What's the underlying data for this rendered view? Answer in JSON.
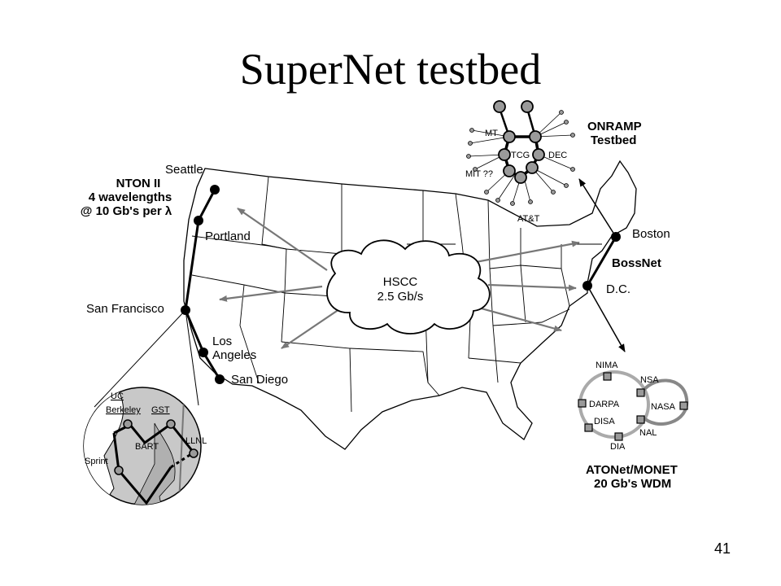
{
  "slide": {
    "title": "SuperNet testbed",
    "page_number": "41"
  },
  "cities": {
    "seattle": "Seattle",
    "portland": "Portland",
    "san_francisco": "San Francisco",
    "los_angeles_1": "Los",
    "los_angeles_2": "Angeles",
    "san_diego": "San Diego",
    "boston": "Boston",
    "dc": "D.C."
  },
  "nton": {
    "line1": "NTON II",
    "line2": "4 wavelengths",
    "line3": "@ 10 Gb's per λ"
  },
  "hscc": {
    "name": "HSCC",
    "rate": "2.5 Gb/s"
  },
  "bossnet": {
    "name": "BossNet"
  },
  "onramp": {
    "title1": "ONRAMP",
    "title2": "Testbed",
    "nodes": {
      "mt": "MT",
      "tcg": "TCG",
      "dec": "DEC",
      "mit": "MIT ??",
      "att": "AT&T"
    }
  },
  "atonet": {
    "title1": "ATONet/MONET",
    "title2": "20 Gb's WDM",
    "nodes": {
      "nima": "NIMA",
      "nsa": "NSA",
      "darpa": "DARPA",
      "nasa": "NASA",
      "disa": "DISA",
      "nal": "NAL",
      "dia": "DIA"
    }
  },
  "bay_inset": {
    "nodes": {
      "uc": "UC",
      "berkeley": "Berkeley",
      "gst": "GST",
      "bart": "BART",
      "llnl": "LLNL",
      "sprint": "Sprint"
    }
  },
  "colors": {
    "line": "#000000",
    "arrow": "#777777",
    "node_gray": "#9a9a9a",
    "inset_bg": "#c8c8c8"
  }
}
